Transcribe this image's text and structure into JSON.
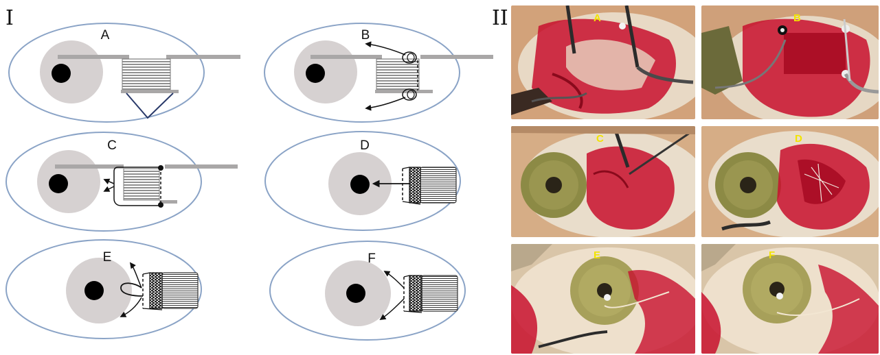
{
  "figure": {
    "section_labels": {
      "left": "I",
      "right": "II"
    },
    "diagram_panels": [
      "A",
      "B",
      "C",
      "D",
      "E",
      "F"
    ],
    "photo_panels": [
      "A",
      "B",
      "C",
      "D",
      "E",
      "F"
    ]
  },
  "colors": {
    "eye_outline": "#8aa3c6",
    "cornea": "#d6d1d1",
    "pupil": "#000000",
    "suture_bar": "#a9a7a7",
    "muscle_lines": "#555555",
    "tissue_red": "#c8102e",
    "sclera": "#e9dcc8",
    "iris": "#8c8a45",
    "photo_label": "#f2e400"
  }
}
